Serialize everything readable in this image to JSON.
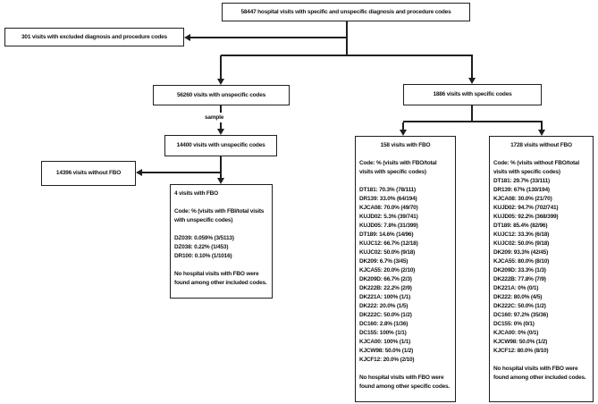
{
  "colors": {
    "ink": "#1f1f1f",
    "background": "#ffffff"
  },
  "flowchart": {
    "top_box": "58447 hospital visits with specific and unspecific diagnosis and procedure codes",
    "excluded_box": "301 visits with excluded diagnosis and procedure codes",
    "unspecific_box": "56260 visits with unspecific codes",
    "specific_box": "1886 visits with specific codes",
    "sample_label": "sample",
    "sampled_box": "14400 visits with unspecific codes",
    "without_fbo_box": "14396 visits without FBO",
    "fbo_unspecific_detail": {
      "title": "4 visits with FBO",
      "code_note": "Code: % (visits with FBI/total visits with unspecific codes)",
      "codes": [
        "DZ039: 0.059% (3/5113)",
        "DZ038: 0.22% (1/453)",
        "DR100: 0.10% (1/1016)"
      ],
      "footer": "No hospital visits with FBO were found among other included codes."
    },
    "fbo_specific_detail": {
      "title": "158 visits with FBO",
      "code_note": "Code: % (visits with FBO/total visits with specific codes)",
      "codes": [
        "DT181: 70.3% (78/111)",
        "DR139: 33.0% (64/194)",
        "KJCA08: 70.0% (49/70)",
        "KUJD02: 5.3% (39/741)",
        "KUJD05: 7.8% (31/399)",
        "DT189: 14.6% (14/96)",
        "KUJC12: 66.7% (12/18)",
        "KUJC02: 50.0% (9/18)",
        "DK209: 6.7% (3/45)",
        "KJCA55: 20.0% (2/10)",
        "DK209D: 66.7% (2/3)",
        "DK222B: 22.2% (2/9)",
        "DK221A: 100% (1/1)",
        "DK222: 20.0% (1/5)",
        "DK222C: 50.0% (1/2)",
        "DC160: 2.8% (1/36)",
        "DC155: 100% (1/1)",
        "KJCA00: 100% (1/1)",
        "KJCW98: 50.0% (1/2)",
        "KJCF12: 20.0% (2/10)"
      ],
      "footer": "No hospital visits with FBO were found among other specific codes."
    },
    "without_fbo_specific_detail": {
      "title": "1728 visits without FBO",
      "code_note": "Code: % (visits without FBO/total visits with specific codes)",
      "codes": [
        "DT181: 29.7% (33/111)",
        "DR139: 67% (130/194)",
        "KJCA08: 30.0% (21/70)",
        "KUJD02: 94.7% (702/741)",
        "KUJD05: 92.2% (368/399)",
        "DT189: 85.4% (82/96)",
        "KUJC12: 33.3% (6/18)",
        "KUJC02: 50.0% (9/18)",
        "DK209: 93.3% (42/45)",
        "KJCA55: 80.0% (8/10)",
        "DK209D: 33.3% (1/3)",
        "DK222B: 77.8% (7/9)",
        "DK221A: 0% (0/1)",
        "DK222: 80.0% (4/5)",
        "DK222C: 50.0% (1/2)",
        "DC160: 97.2% (35/36)",
        "DC155: 0% (0/1)",
        "KJCA00: 0% (0/1)",
        "KJCW98: 50.0% (1/2)",
        "KJCF12: 80.0% (8/10)"
      ],
      "footer": "No hospital visits with FBO were found among other included codes."
    }
  }
}
